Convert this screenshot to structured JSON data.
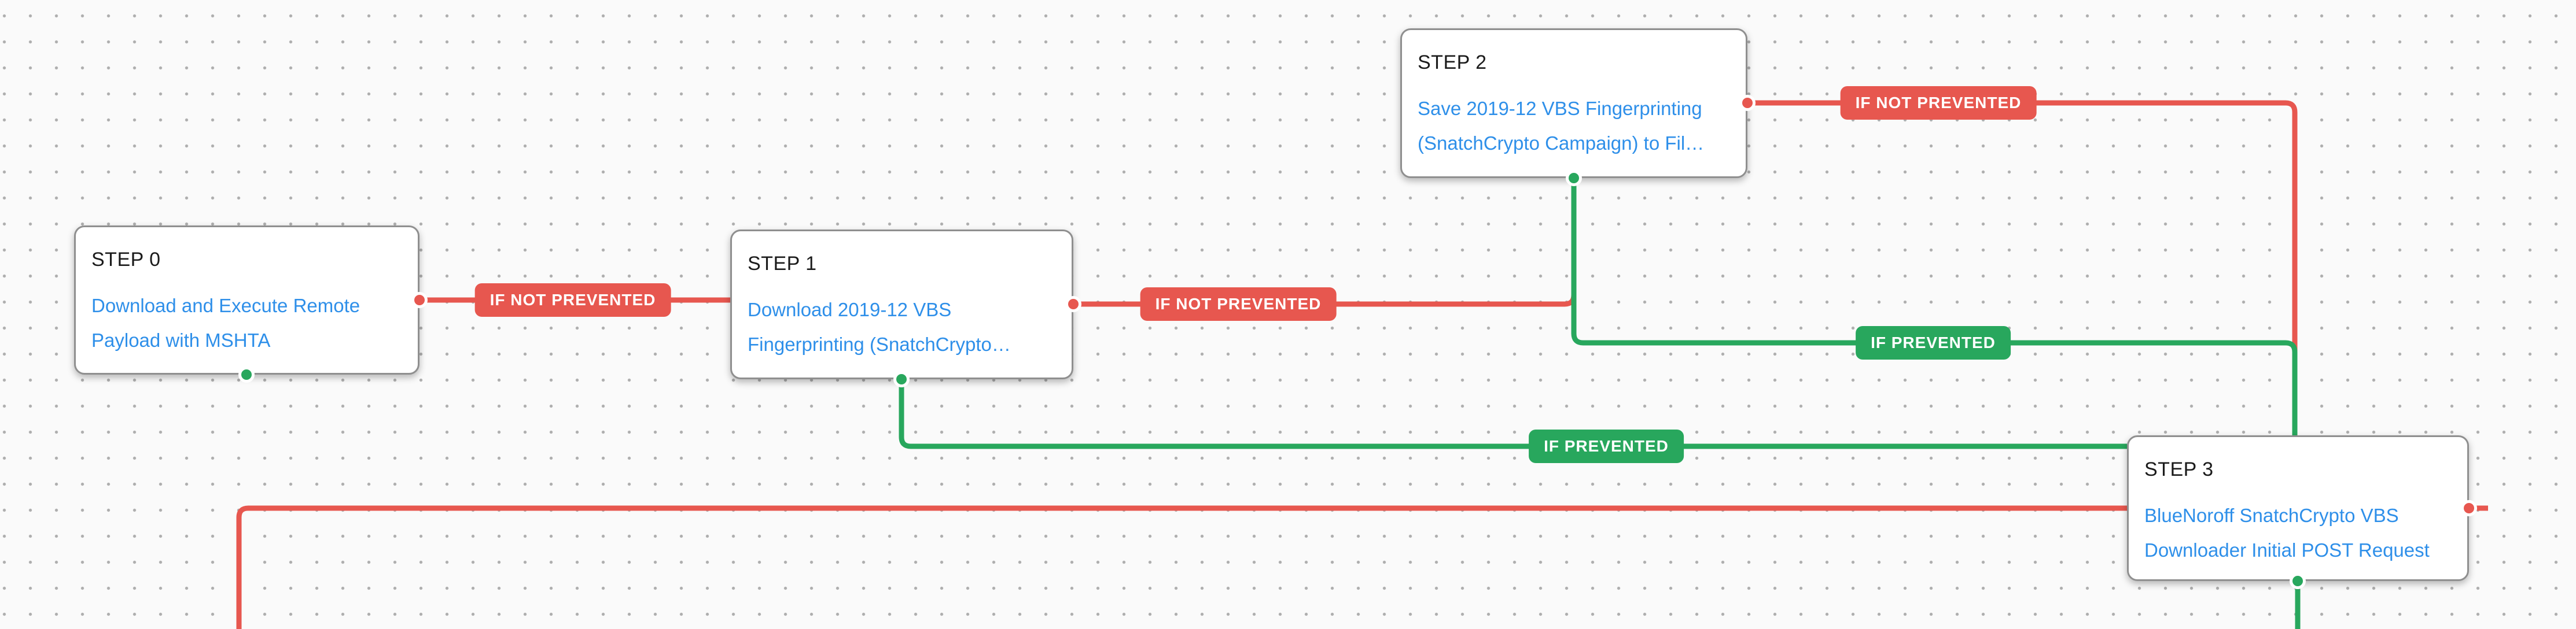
{
  "canvas": {
    "background": "#fafafa",
    "grid_dot_color": "#aeaeae",
    "colors": {
      "fail_edge": "#e7574f",
      "pass_edge": "#28a75d",
      "link_text": "#2e8fe9",
      "node_border": "#8f8f8f",
      "node_title": "#1b1b1b",
      "badge_text": "#ffffff"
    }
  },
  "nodes": [
    {
      "title": "STEP 0",
      "action": "Download and Execute Remote\nPayload with MSHTA"
    },
    {
      "title": "STEP 1",
      "action": "Download 2019-12 VBS\nFingerprinting (SnatchCrypto…"
    },
    {
      "title": "STEP 2",
      "action": "Save 2019-12 VBS Fingerprinting\n(SnatchCrypto Campaign) to Fil…"
    },
    {
      "title": "STEP 3",
      "action": "BlueNoroff SnatchCrypto VBS\nDownloader Initial POST Request"
    }
  ],
  "badges": [
    {
      "label": "IF NOT PREVENTED",
      "type": "fail"
    },
    {
      "label": "IF NOT PREVENTED",
      "type": "fail"
    },
    {
      "label": "IF NOT PREVENTED",
      "type": "fail"
    },
    {
      "label": "IF PREVENTED",
      "type": "pass"
    },
    {
      "label": "IF PREVENTED",
      "type": "pass"
    }
  ]
}
